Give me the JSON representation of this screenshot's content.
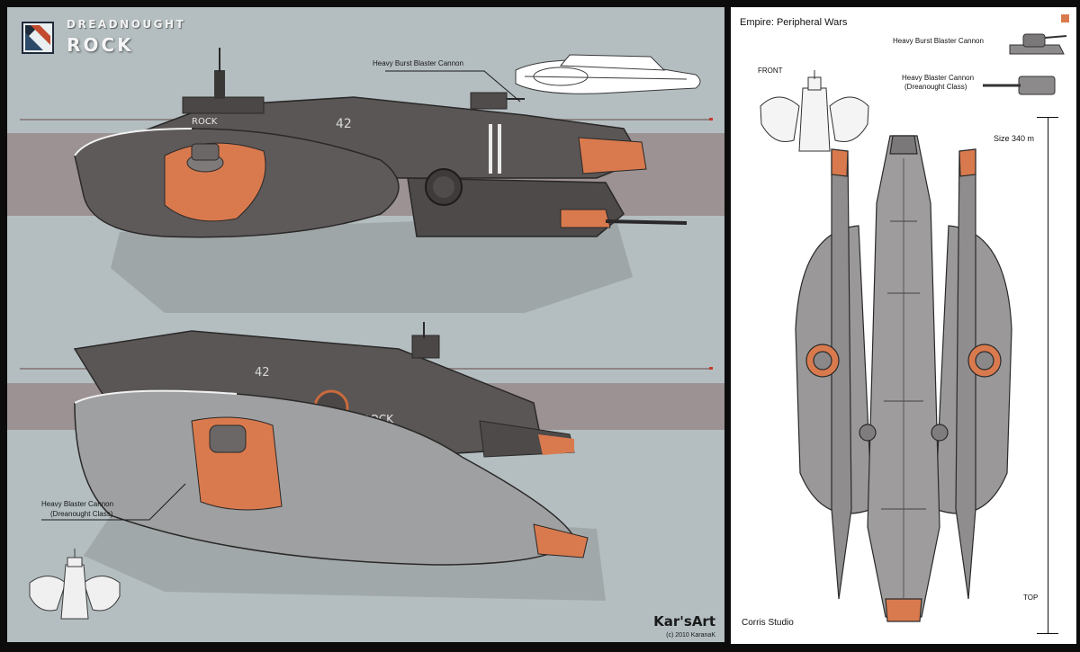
{
  "left": {
    "title_small": "DREADNOUGHT",
    "title_big": "ROCK",
    "label_heavy_burst": "Heavy Burst Blaster Cannon",
    "label_heavy_blaster_1": "Heavy Blaster Cannon",
    "label_heavy_blaster_2": "(Dreanought Class)",
    "credit_brand": "Kar'sArt",
    "credit_copy": "(c) 2010 KaranaK",
    "hull_text": "ROCK",
    "hull_number": "42"
  },
  "right": {
    "header": "Empire: Peripheral Wars",
    "front_label": "FRONT",
    "weapon1_label": "Heavy Burst Blaster Cannon",
    "weapon2_label_1": "Heavy Blaster Cannon",
    "weapon2_label_2": "(Dreanought Class)",
    "size_label": "Size 340 m",
    "top_label": "TOP",
    "studio": "Corris Studio"
  },
  "colors": {
    "left_bg": "#b4bec1",
    "band": "#9c9293",
    "hull": "#5a5655",
    "hull_light": "#8f8e8e",
    "accent_orange": "#d97a4e",
    "shadow": "#8e9192"
  }
}
